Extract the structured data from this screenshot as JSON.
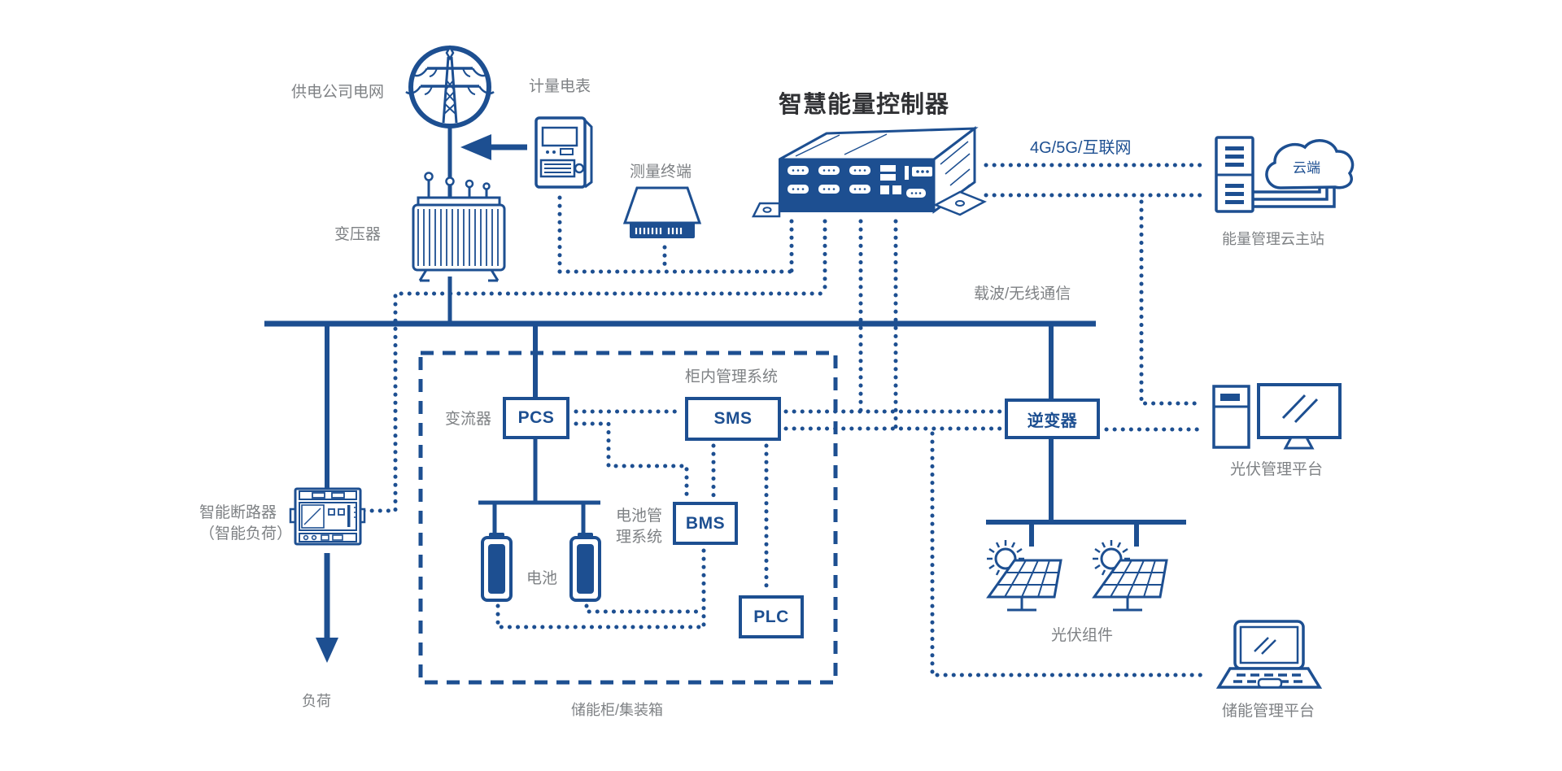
{
  "colors": {
    "primary": "#1d4f91",
    "label_gray": "#7e8184",
    "title_dark": "#303134"
  },
  "title": "智慧能量控制器",
  "labels": {
    "grid": "供电公司电网",
    "meter": "计量电表",
    "terminal": "测量终端",
    "transformer": "变压器",
    "network": "4G/5G/互联网",
    "cloud": "云端",
    "cloud_station": "能量管理云主站",
    "comm": "载波/无线通信",
    "converter": "变流器",
    "cabinet_system": "柜内管理系统",
    "breaker_line1": "智能断路器",
    "breaker_line2": "（智能负荷）",
    "bms_line1": "电池管",
    "bms_line2": "理系统",
    "battery": "电池",
    "load": "负荷",
    "storage_box": "储能柜/集装箱",
    "pv_modules": "光伏组件",
    "pv_platform": "光伏管理平台",
    "storage_platform": "储能管理平台"
  },
  "boxes": {
    "pcs": "PCS",
    "sms": "SMS",
    "bms": "BMS",
    "plc": "PLC",
    "inverter": "逆变器"
  }
}
